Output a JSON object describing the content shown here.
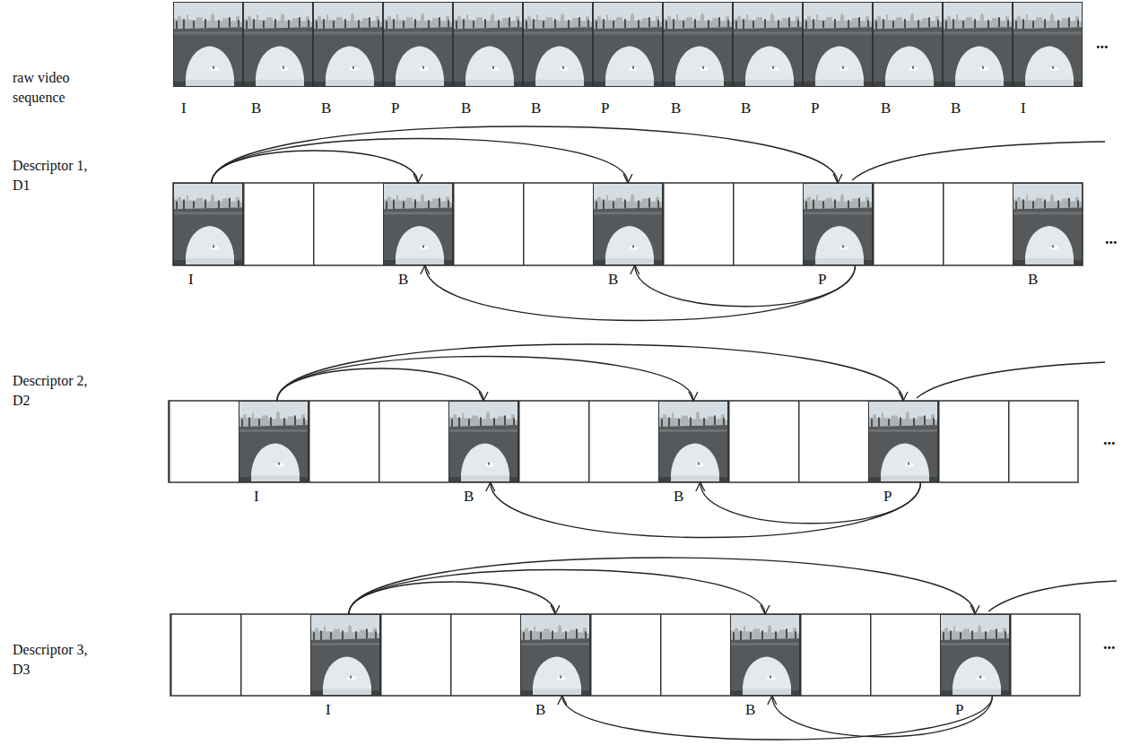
{
  "diagram": {
    "nodes": [
      {
        "text": [
          "I"
        ]
      },
      {
        "text": [
          "B"
        ]
      },
      {
        "text": [
          "B"
        ]
      },
      {
        "text": [
          "P"
        ]
      },
      {
        "text": [
          "B"
        ]
      },
      {
        "text": [
          "B"
        ]
      },
      {
        "text": [
          "P"
        ]
      },
      {
        "text": [
          "B"
        ]
      },
      {
        "text": [
          "B"
        ]
      },
      {
        "text": [
          "P"
        ]
      },
      {
        "text": [
          "B"
        ]
      },
      {
        "text": [
          "B"
        ]
      },
      {
        "text": [
          "I"
        ]
      },
      {
        "text": [
          "I"
        ]
      },
      {
        "text": [
          "B"
        ]
      },
      {
        "text": [
          "B"
        ]
      },
      {
        "text": [
          "P"
        ]
      },
      {
        "text": [
          "B"
        ]
      },
      {
        "text": [
          "I"
        ]
      },
      {
        "text": [
          "B"
        ]
      },
      {
        "text": [
          "B"
        ]
      },
      {
        "text": [
          "P"
        ]
      },
      {
        "text": [
          "I"
        ]
      },
      {
        "text": [
          "B"
        ]
      },
      {
        "text": [
          "B"
        ]
      },
      {
        "text": [
          "P"
        ]
      }
    ],
    "edges": [
      {
        "from": 13,
        "to": 14,
        "arrow": "to"
      },
      {
        "from": 13,
        "to": 15,
        "arrow": "to"
      },
      {
        "from": 13,
        "to": 16,
        "arrow": "to"
      },
      {
        "from": 16,
        "to": 14,
        "arrow": "to"
      },
      {
        "from": 16,
        "to": 15,
        "arrow": "to"
      },
      {
        "from": 18,
        "to": 19,
        "arrow": "to"
      },
      {
        "from": 18,
        "to": 20,
        "arrow": "to"
      },
      {
        "from": 18,
        "to": 21,
        "arrow": "to"
      },
      {
        "from": 21,
        "to": 19,
        "arrow": "to"
      },
      {
        "from": 21,
        "to": 20,
        "arrow": "to"
      },
      {
        "from": 22,
        "to": 23,
        "arrow": "to"
      },
      {
        "from": 22,
        "to": 24,
        "arrow": "to"
      },
      {
        "from": 22,
        "to": 25,
        "arrow": "to"
      },
      {
        "from": 25,
        "to": 23,
        "arrow": "to"
      },
      {
        "from": 25,
        "to": 24,
        "arrow": "to"
      }
    ],
    "labels": [
      "raw video sequence",
      "Descriptor 1, D1",
      "Descriptor 2, D2",
      "Descriptor 3, D3",
      "...",
      "...",
      "...",
      "..."
    ]
  }
}
